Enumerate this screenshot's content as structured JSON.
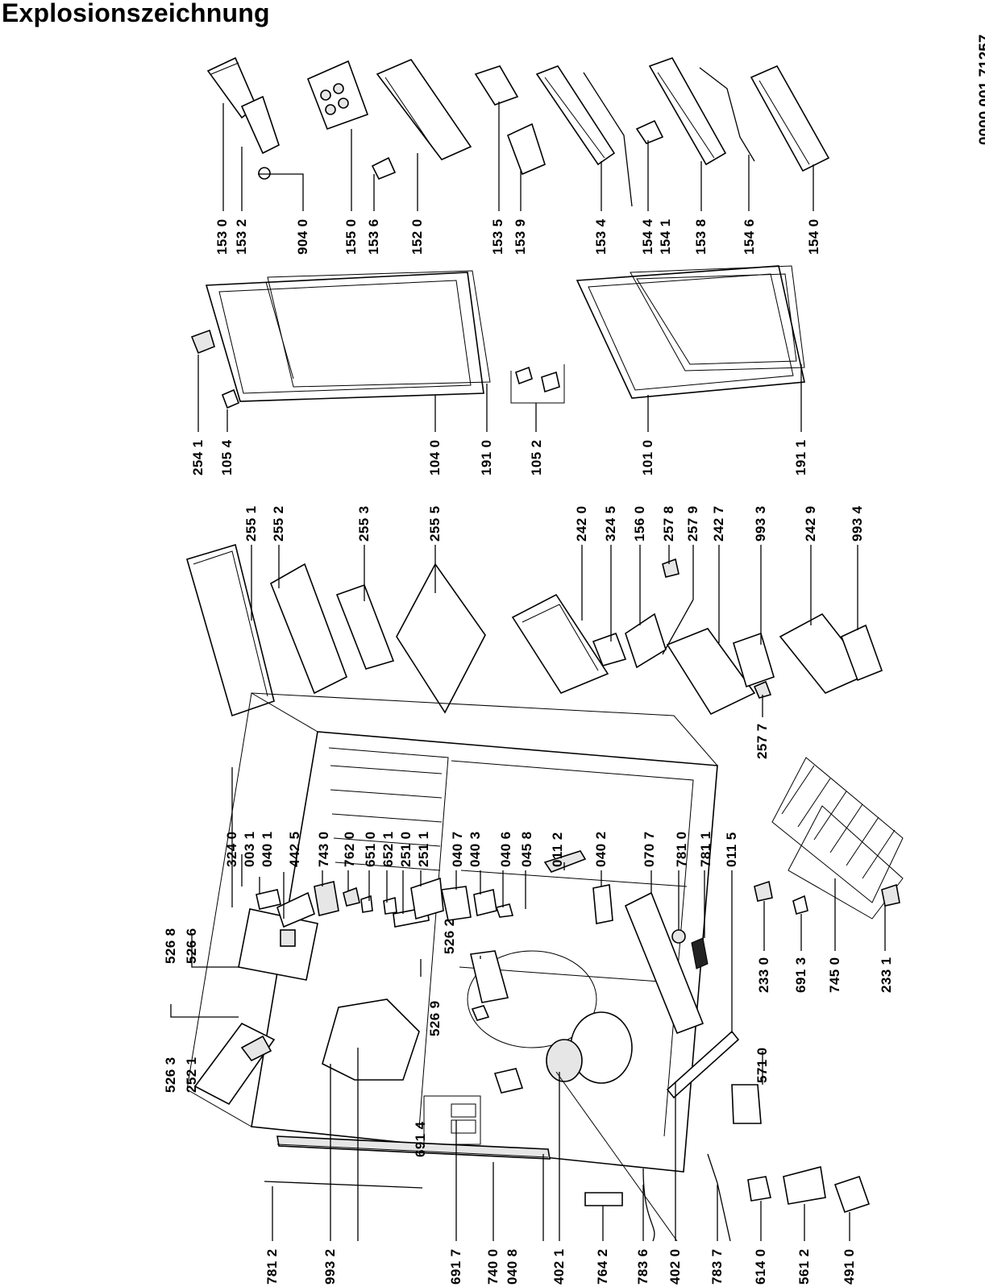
{
  "title": "Explosionszeichnung",
  "doc_number": "0000 001 71257",
  "labels": [
    "153 0",
    "153 2",
    "904 0",
    "155 0",
    "153 6",
    "152 0",
    "153 5",
    "153 9",
    "153 4",
    "154 4",
    "154 1",
    "153 8",
    "154 6",
    "154 0",
    "254 1",
    "105 4",
    "104 0",
    "191 0",
    "105 2",
    "101 0",
    "191 1",
    "255 1",
    "255 2",
    "255 3",
    "255 5",
    "242 0",
    "324 5",
    "156 0",
    "257 8",
    "257 9",
    "242 7",
    "993 3",
    "242 9",
    "993 4",
    "257 7",
    "526 8",
    "526 6",
    "526 3",
    "252 1",
    "324 0",
    "003 1",
    "040 1",
    "442 5",
    "743 0",
    "762 0",
    "651 0",
    "652 1",
    "251 0",
    "251 1",
    "040 7",
    "040 3",
    "040 6",
    "045 8",
    "011 2",
    "040 2",
    "070 7",
    "781 0",
    "781 1",
    "011 5",
    "526 2",
    "526 9",
    "691 4",
    "571 0",
    "233 0",
    "691 3",
    "745 0",
    "233 1",
    "781 2",
    "993 2",
    "691 7",
    "740 0",
    "040 8",
    "402 1",
    "764 2",
    "783 6",
    "402 0",
    "783 7",
    "614 0",
    "561 2",
    "491 0"
  ]
}
